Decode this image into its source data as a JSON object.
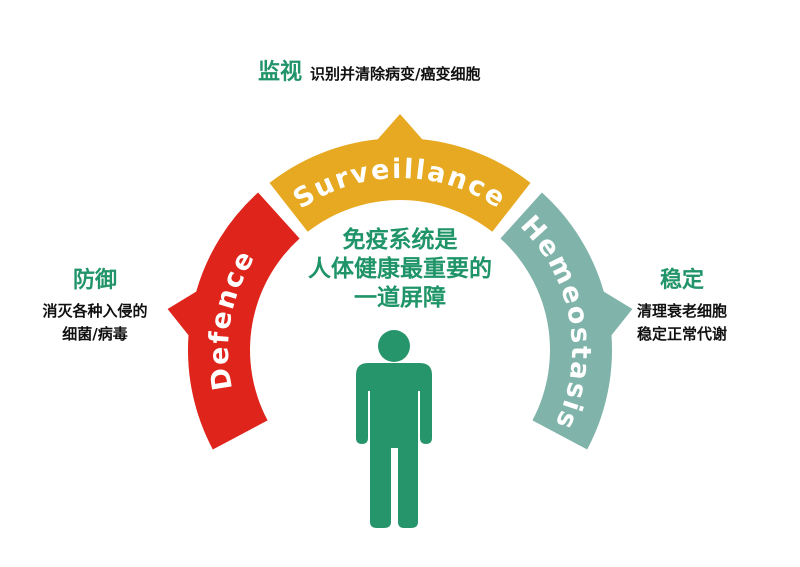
{
  "colors": {
    "defence": "#df241b",
    "surveillance": "#e6a921",
    "hemeostasis": "#80b4aa",
    "green": "#21946a",
    "person": "#27956c"
  },
  "arcs": {
    "defence": {
      "label": "Defence"
    },
    "surveillance": {
      "label": "Surveillance"
    },
    "hemeostasis": {
      "label": "Hemeostasis"
    }
  },
  "top": {
    "title": "监视",
    "desc": "识别并清除病变/癌变细胞"
  },
  "left": {
    "title": "防御",
    "desc_lines": [
      "消灭各种入侵的",
      "细菌/病毒"
    ]
  },
  "right": {
    "title": "稳定",
    "desc_lines": [
      "清理衰老细胞",
      "稳定正常代谢"
    ]
  },
  "center": {
    "lines": [
      "免疫系统是",
      "人体健康最重要的",
      "一道屏障"
    ]
  }
}
